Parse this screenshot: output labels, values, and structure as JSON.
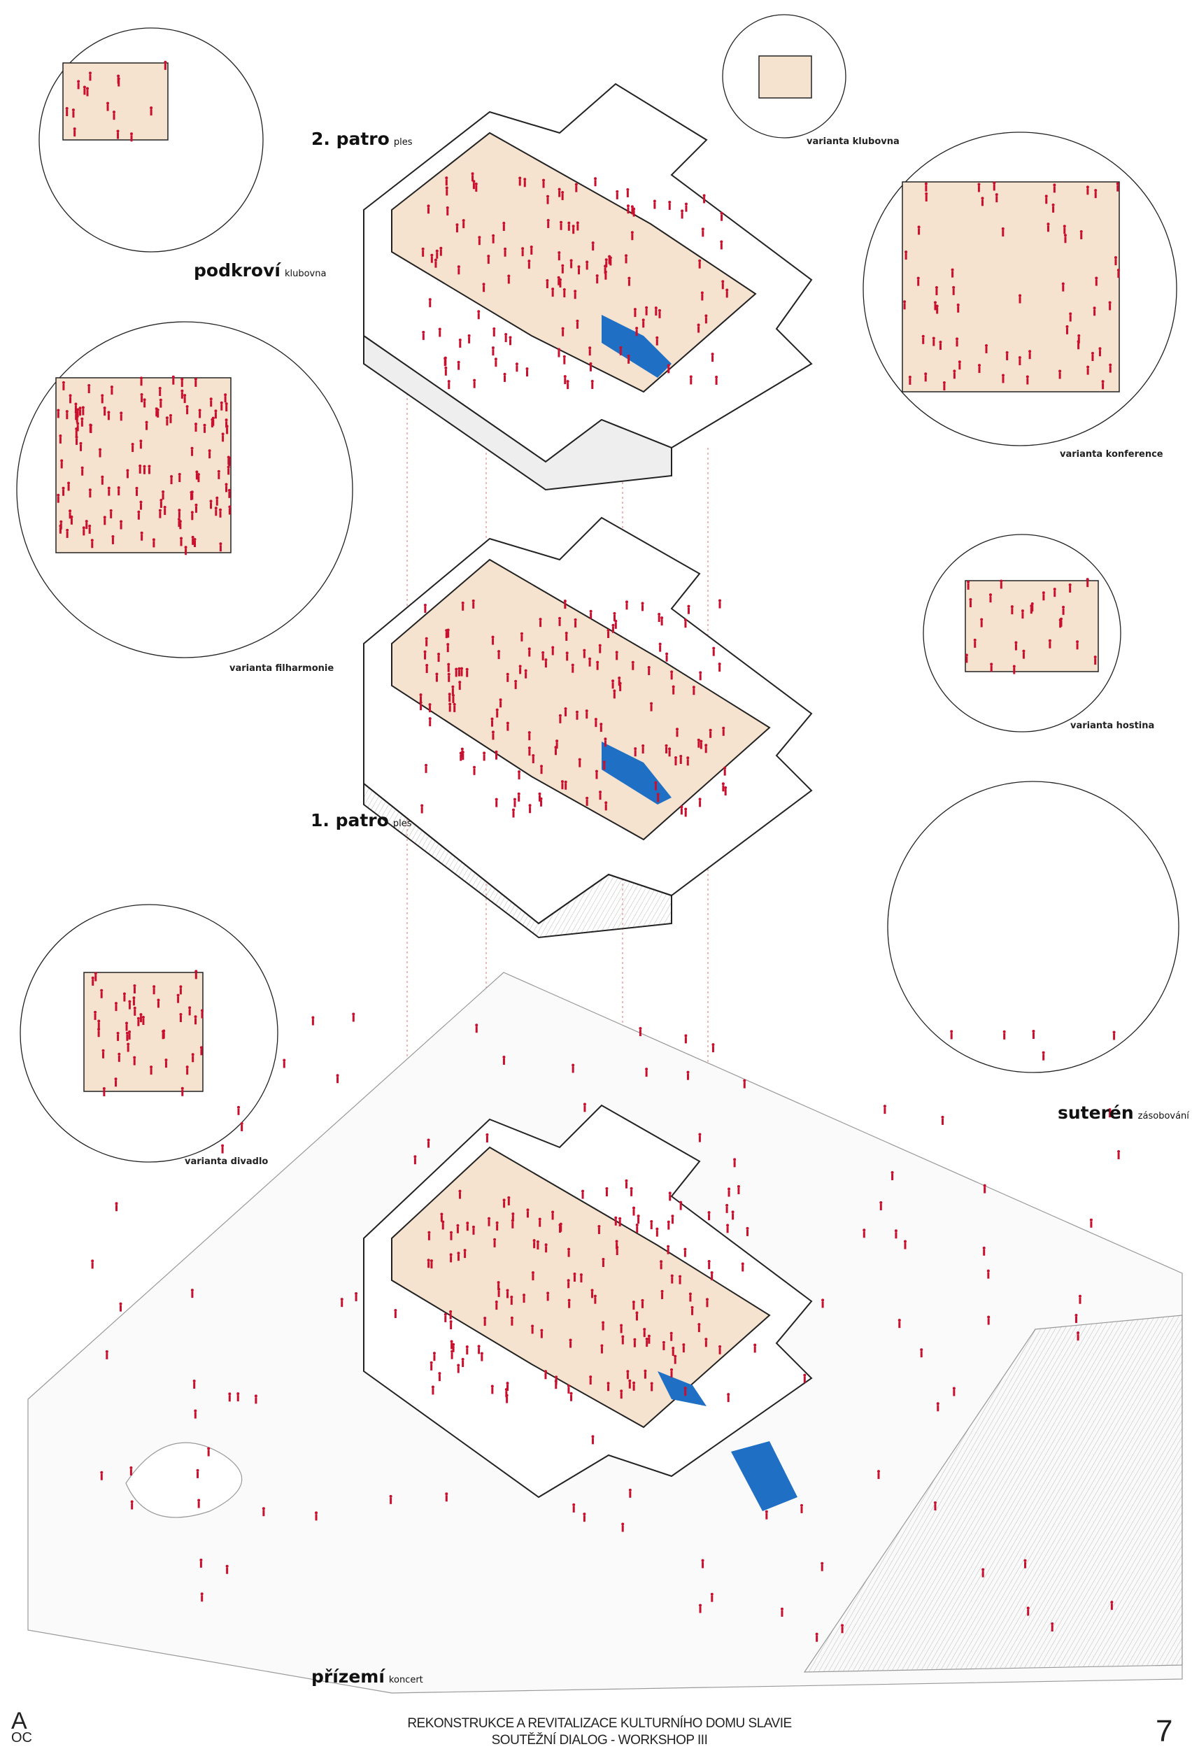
{
  "labels": {
    "floor2": {
      "title": "2. patro",
      "subtitle": "ples"
    },
    "attic": {
      "title": "podkroví",
      "subtitle": "klubovna"
    },
    "floor1": {
      "title": "1. patro",
      "subtitle": "ples"
    },
    "basement": {
      "title": "suterén",
      "subtitle": "zásobování"
    },
    "ground": {
      "title": "přízemí",
      "subtitle": "koncert"
    }
  },
  "variants": {
    "club": "varianta klubovna",
    "conference": "varianta konference",
    "philharmonic": "varianta filharmonie",
    "banquet": "varianta hostina",
    "theatre": "varianta divadlo"
  },
  "footer": {
    "logo_top": "A",
    "logo_bottom": "OC",
    "title_line1": "REKONSTRUKCE A REVITALIZACE KULTURNÍHO DOMU SLAVIE",
    "title_line2": "SOUTĚŽNÍ DIALOG - WORKSHOP III",
    "page_number": "7"
  },
  "colors": {
    "people": "#c8102e",
    "floor": "#f6e3cf",
    "accent_blue": "#1f6fc5",
    "lines": "#222222"
  }
}
